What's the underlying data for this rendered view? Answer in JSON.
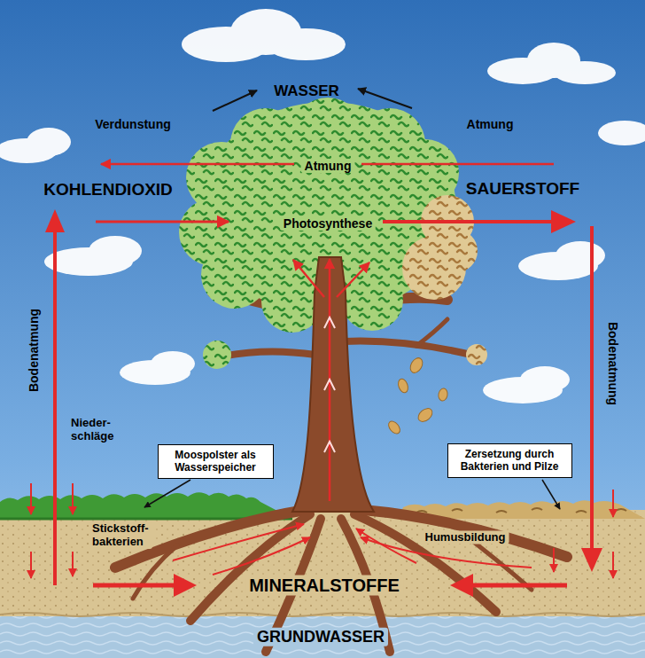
{
  "diagram": {
    "nodes": [
      {
        "text": [
          "Moospolster als Wasserspeicher"
        ]
      },
      {
        "text": [
          "Zersetzung durch Bakterien und Pilze"
        ]
      }
    ],
    "labels": [
      "WASSER",
      "Verdunstung",
      "Atmung",
      "Atmung",
      "KOHLENDIOXID",
      "SAUERSTOFF",
      "Photosynthese",
      "Bodenatmung",
      "Bodenatmung",
      "Nieder- schläge",
      "Stickstoff- bakterien",
      "Humusbildung",
      "MINERALSTOFFE",
      "GRUNDWASSER"
    ]
  }
}
